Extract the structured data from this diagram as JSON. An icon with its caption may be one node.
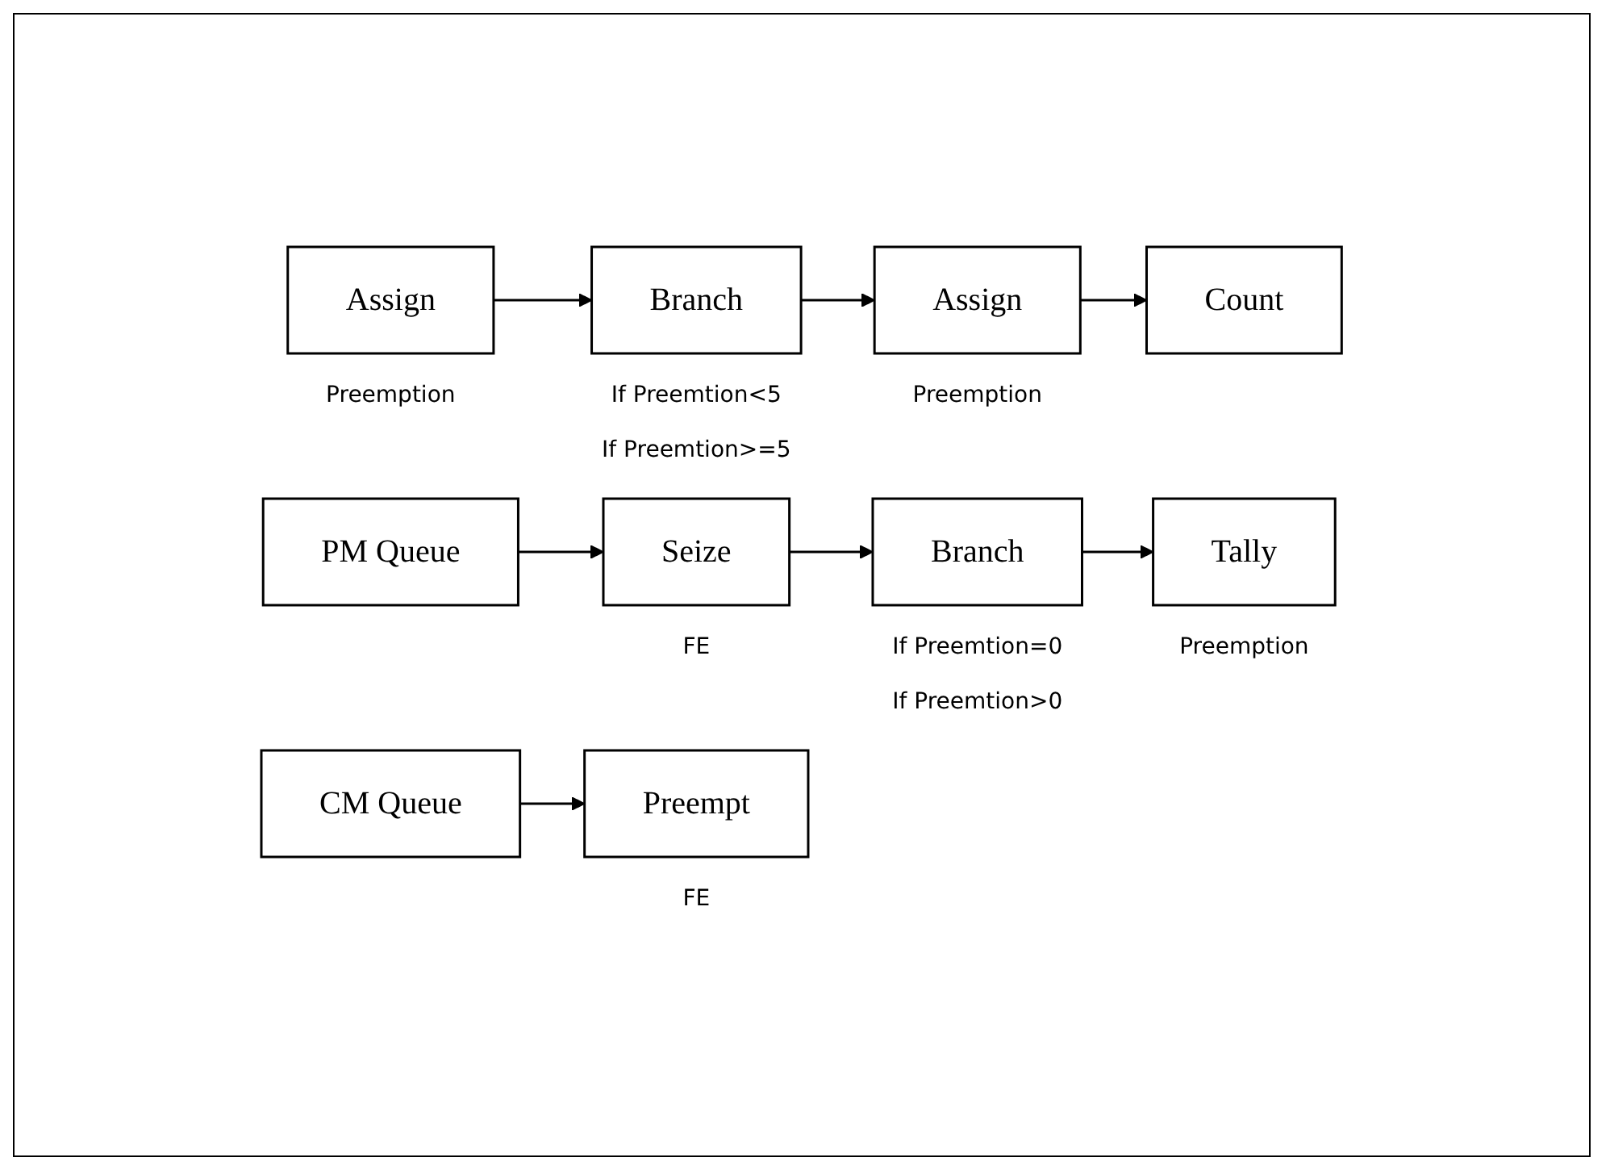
{
  "diagram": {
    "nodes": [
      {
        "text": [
          "Assign"
        ],
        "beside": [
          "Preemption"
        ]
      },
      {
        "text": [
          "Branch"
        ],
        "beside": [
          "If Preemtion<5",
          "If Preemtion>=5"
        ]
      },
      {
        "text": [
          "Assign"
        ],
        "beside": [
          "Preemption"
        ]
      },
      {
        "text": [
          "Count"
        ]
      },
      {
        "text": [
          "PM Queue"
        ]
      },
      {
        "text": [
          "Seize"
        ],
        "beside": [
          "FE"
        ]
      },
      {
        "text": [
          "Branch"
        ],
        "beside": [
          "If Preemtion=0",
          "If Preemtion>0"
        ]
      },
      {
        "text": [
          "Tally"
        ],
        "beside": [
          "Preemption"
        ]
      },
      {
        "text": [
          "CM Queue"
        ]
      },
      {
        "text": [
          "Preempt"
        ],
        "beside": [
          "FE"
        ]
      }
    ],
    "edges": [
      {
        "from": 0,
        "to": 1,
        "arrow": "to"
      },
      {
        "from": 1,
        "to": 2,
        "arrow": "to"
      },
      {
        "from": 2,
        "to": 3,
        "arrow": "to"
      },
      {
        "from": 4,
        "to": 5,
        "arrow": "to"
      },
      {
        "from": 5,
        "to": 6,
        "arrow": "to"
      },
      {
        "from": 6,
        "to": 7,
        "arrow": "to"
      },
      {
        "from": 8,
        "to": 9,
        "arrow": "to"
      }
    ]
  }
}
